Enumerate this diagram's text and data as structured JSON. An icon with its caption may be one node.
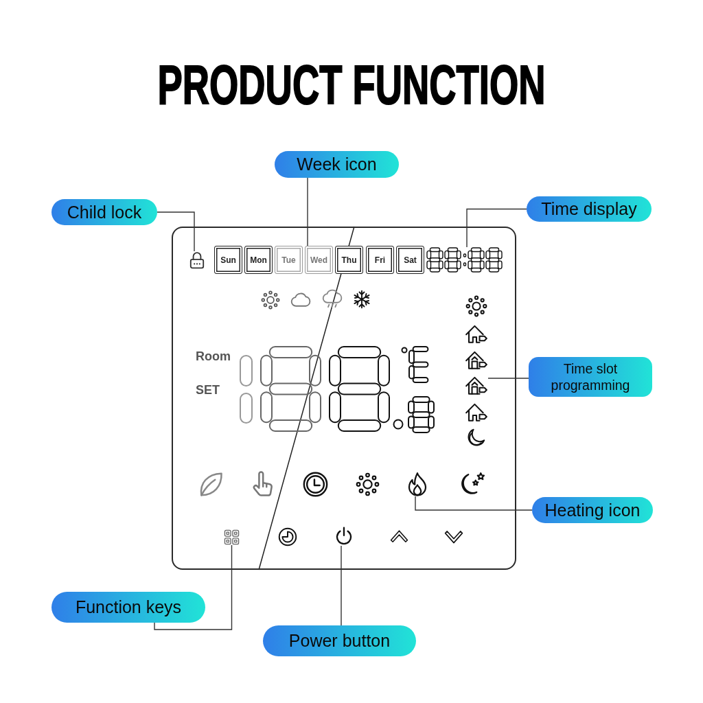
{
  "diagram": {
    "title": "PRODUCT FUNCTION",
    "nodes": [
      {
        "text": [
          "Week icon"
        ]
      },
      {
        "text": [
          "Child lock"
        ]
      },
      {
        "text": [
          "Time display"
        ]
      },
      {
        "text": [],
        "shape": "box"
      },
      {
        "text": [],
        "shape": "picture",
        "in": 3
      },
      {
        "text": [
          "Sun"
        ],
        "in": 3
      },
      {
        "text": [
          "Mon"
        ],
        "in": 3
      },
      {
        "text": [
          "Tue"
        ],
        "in": 3
      },
      {
        "text": [
          "Wed"
        ],
        "in": 3
      },
      {
        "text": [
          "Thu"
        ],
        "in": 3
      },
      {
        "text": [
          "Fri"
        ],
        "in": 3
      },
      {
        "text": [
          "Sat"
        ],
        "in": 3
      },
      {
        "text": [],
        "shape": "picture",
        "in": 3
      },
      {
        "text": [
          "Time slot programming"
        ]
      },
      {
        "text": [],
        "shape": "picture",
        "in": 3
      },
      {
        "text": [],
        "shape": "picture",
        "in": 3
      },
      {
        "text": [
          "Heating icon"
        ]
      },
      {
        "text": [],
        "shape": "picture",
        "in": 3
      },
      {
        "text": [],
        "shape": "picture",
        "in": 3
      },
      {
        "text": [
          "Function keys"
        ]
      },
      {
        "text": [
          "Power button"
        ]
      }
    ],
    "edges": [
      {
        "from": 1,
        "to": 4,
        "arrow": "none"
      },
      {
        "from": 0,
        "to": 8,
        "arrow": "none"
      },
      {
        "from": 2,
        "to": 12,
        "arrow": "none"
      },
      {
        "from": 13,
        "to": 14,
        "arrow": "none"
      },
      {
        "from": 16,
        "to": 15,
        "arrow": "none"
      },
      {
        "from": 19,
        "to": 17,
        "arrow": "none"
      },
      {
        "from": 20,
        "to": 18,
        "arrow": "none"
      }
    ],
    "labels": [
      "Room",
      "SET"
    ]
  }
}
